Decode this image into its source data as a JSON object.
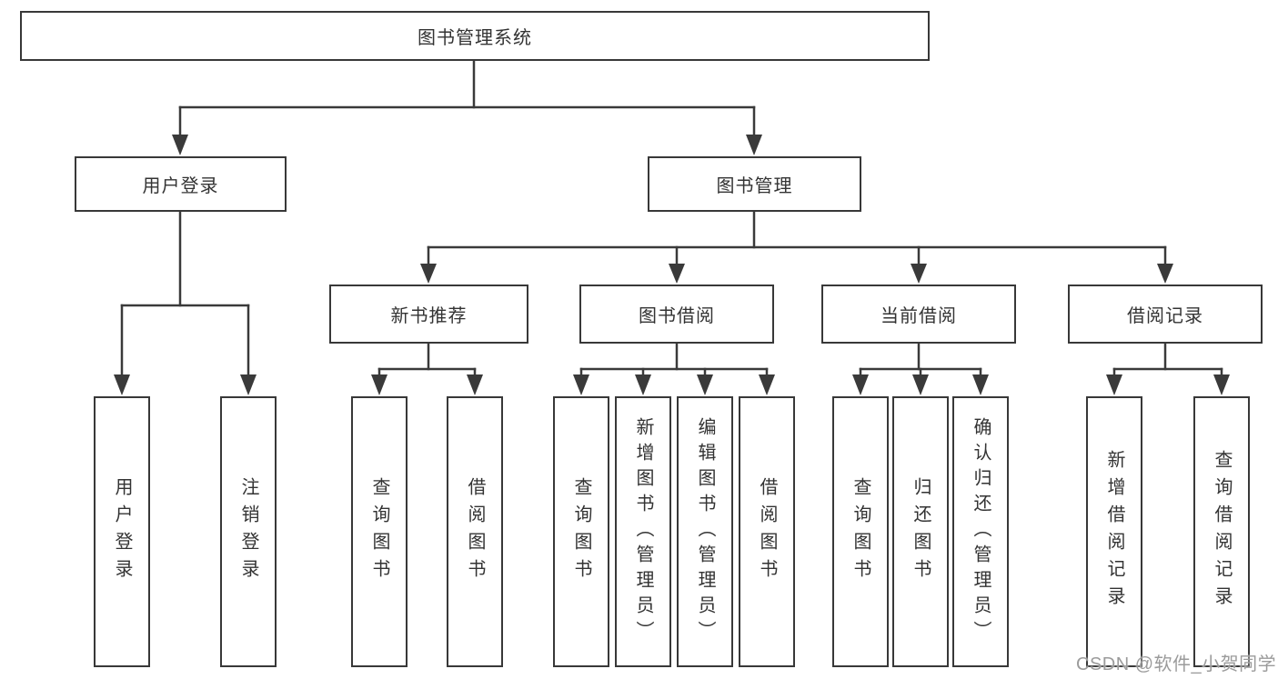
{
  "colors": {
    "background": "#ffffff",
    "line": "#3a3a3a",
    "box_border": "#383838",
    "box_fill": "#ffffff",
    "text": "#333333",
    "watermark": "#9b9b9b"
  },
  "watermark": {
    "text": "CSDN @软件_小贺同学"
  },
  "tree": {
    "root": {
      "label": "图书管理系统"
    },
    "branches": [
      {
        "label": "用户登录",
        "children": [
          {
            "label": "用户登录"
          },
          {
            "label": "注销登录"
          }
        ]
      },
      {
        "label": "图书管理",
        "children": [
          {
            "label": "新书推荐",
            "children": [
              {
                "label": "查询图书"
              },
              {
                "label": "借阅图书"
              }
            ]
          },
          {
            "label": "图书借阅",
            "children": [
              {
                "label": "查询图书"
              },
              {
                "label": "新增图书（管理员）"
              },
              {
                "label": "编辑图书（管理员）"
              },
              {
                "label": "借阅图书"
              }
            ]
          },
          {
            "label": "当前借阅",
            "children": [
              {
                "label": "查询图书"
              },
              {
                "label": "归还图书"
              },
              {
                "label": "确认归还（管理员）"
              }
            ]
          },
          {
            "label": "借阅记录",
            "children": [
              {
                "label": "新增借阅记录"
              },
              {
                "label": "查询借阅记录"
              }
            ]
          }
        ]
      }
    ]
  }
}
